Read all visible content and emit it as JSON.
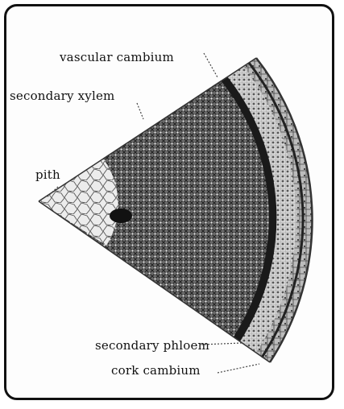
{
  "labels": {
    "vascular_cambium": "vascular cambium",
    "secondary_xylem": "secondary xylem",
    "pith": "pith",
    "secondary_phloem": "secondary phloem",
    "cork_cambium": "cork cambium"
  },
  "colors": {
    "border": "#111111",
    "xylem": "#5a5a5a",
    "cambium_band": "#1a1a1a",
    "phloem": "#bdbdbd",
    "bark": "#8f8f8f",
    "pith": "#e3e3e3",
    "leader": "#444444"
  }
}
